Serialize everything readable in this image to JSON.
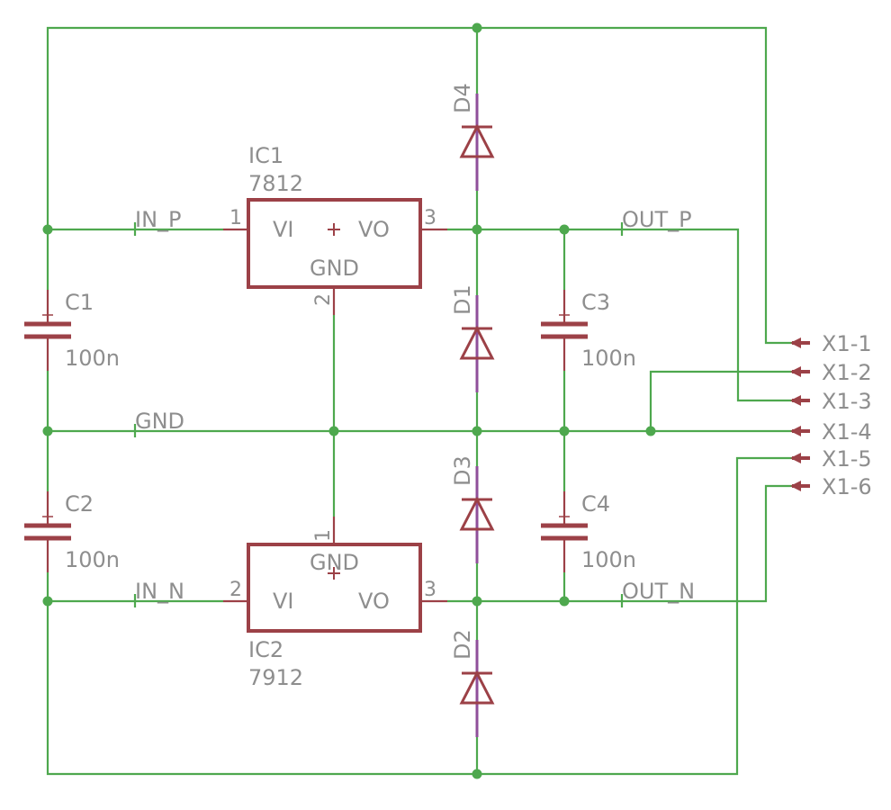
{
  "components": {
    "ic1": {
      "ref": "IC1",
      "value": "7812",
      "pin_vi": "VI",
      "pin_vo": "VO",
      "pin_gnd": "GND",
      "pin1": "1",
      "pin2": "2",
      "pin3": "3"
    },
    "ic2": {
      "ref": "IC2",
      "value": "7912",
      "pin_vi": "VI",
      "pin_vo": "VO",
      "pin_gnd": "GND",
      "pin1": "1",
      "pin2": "2",
      "pin3": "3"
    },
    "c1": {
      "ref": "C1",
      "value": "100n"
    },
    "c2": {
      "ref": "C2",
      "value": "100n"
    },
    "c3": {
      "ref": "C3",
      "value": "100n"
    },
    "c4": {
      "ref": "C4",
      "value": "100n"
    },
    "d1": {
      "ref": "D1"
    },
    "d2": {
      "ref": "D2"
    },
    "d3": {
      "ref": "D3"
    },
    "d4": {
      "ref": "D4"
    }
  },
  "nets": {
    "in_p": "IN_P",
    "in_n": "IN_N",
    "gnd": "GND",
    "out_p": "OUT_P",
    "out_n": "OUT_N"
  },
  "connector": {
    "pins": [
      "X1-1",
      "X1-2",
      "X1-3",
      "X1-4",
      "X1-5",
      "X1-6"
    ]
  },
  "colors": {
    "wire": "#4ea84e",
    "part": "#9c4147",
    "label": "#8e8e8e"
  }
}
